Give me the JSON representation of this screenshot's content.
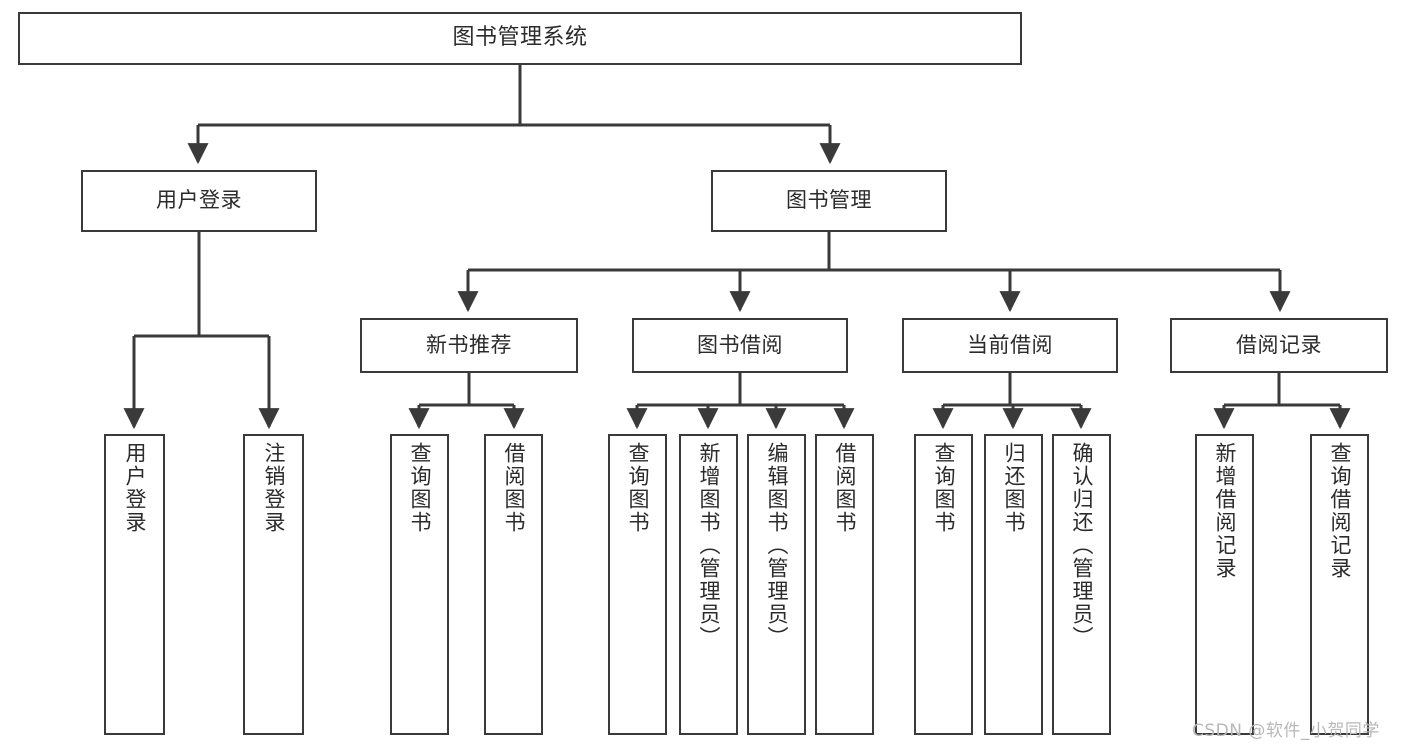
{
  "diagram": {
    "title": "图书管理系统",
    "type": "tree-hierarchy-chart",
    "colors": {
      "box_border": "#3a3a3a",
      "box_fill": "#ffffff",
      "connector": "#3a3a3a",
      "text": "#2b2b2b",
      "watermark": "#b8b8b8"
    },
    "root": {
      "label": "图书管理系统"
    },
    "level2": [
      {
        "label": "用户登录"
      },
      {
        "label": "图书管理"
      }
    ],
    "level3": [
      {
        "label": "新书推荐"
      },
      {
        "label": "图书借阅"
      },
      {
        "label": "当前借阅"
      },
      {
        "label": "借阅记录"
      }
    ],
    "leaves": {
      "user_login": [
        {
          "label": "用户登录"
        },
        {
          "label": "注销登录"
        }
      ],
      "new_book_recommend": [
        {
          "label": "查询图书"
        },
        {
          "label": "借阅图书"
        }
      ],
      "book_borrow": [
        {
          "label": "查询图书"
        },
        {
          "label": "新增图书（管理员）"
        },
        {
          "label": "编辑图书（管理员）"
        },
        {
          "label": "借阅图书"
        }
      ],
      "current_borrow": [
        {
          "label": "查询图书"
        },
        {
          "label": "归还图书"
        },
        {
          "label": "确认归还（管理员）"
        }
      ],
      "borrow_record": [
        {
          "label": "新增借阅记录"
        },
        {
          "label": "查询借阅记录"
        }
      ]
    },
    "watermark": "CSDN @软件_小贺同学"
  }
}
